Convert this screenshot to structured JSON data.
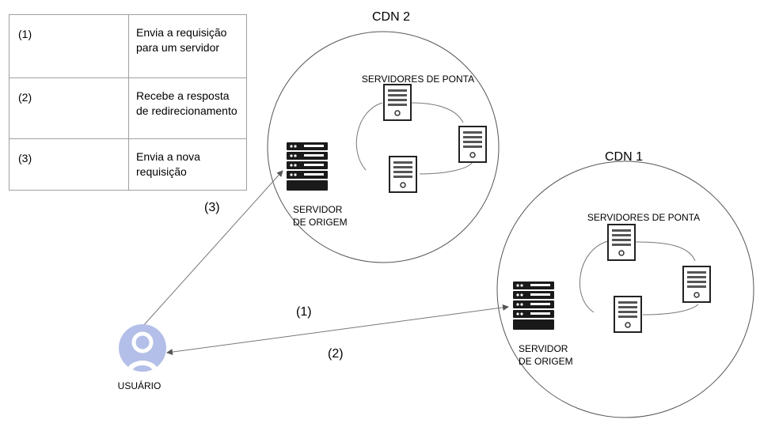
{
  "legend": {
    "rows": [
      {
        "num": "(1)",
        "text": "Envia a requisição para um servidor"
      },
      {
        "num": "(2)",
        "text": "Recebe a resposta de redirecionamento"
      },
      {
        "num": "(3)",
        "text": "Envia a nova requisição"
      }
    ]
  },
  "cdn2": {
    "title": "CDN 2",
    "edge_label": "SERVIDORES DE PONTA",
    "origin_label_line1": "SERVIDOR",
    "origin_label_line2": "DE ORIGEM"
  },
  "cdn1": {
    "title": "CDN 1",
    "edge_label": "SERVIDORES DE PONTA",
    "origin_label_line1": "SERVIDOR",
    "origin_label_line2": "DE ORIGEM"
  },
  "user": {
    "label": "USUÁRIO"
  },
  "arrows": {
    "step1": "(1)",
    "step2": "(2)",
    "step3": "(3)"
  },
  "icons": {
    "origin_server": "rack-server-icon",
    "edge_server": "tower-server-icon",
    "user": "user-avatar-icon"
  },
  "colors": {
    "user_avatar": "#b3bfe8",
    "server_dark": "#1a1a1a",
    "line": "#777777"
  }
}
